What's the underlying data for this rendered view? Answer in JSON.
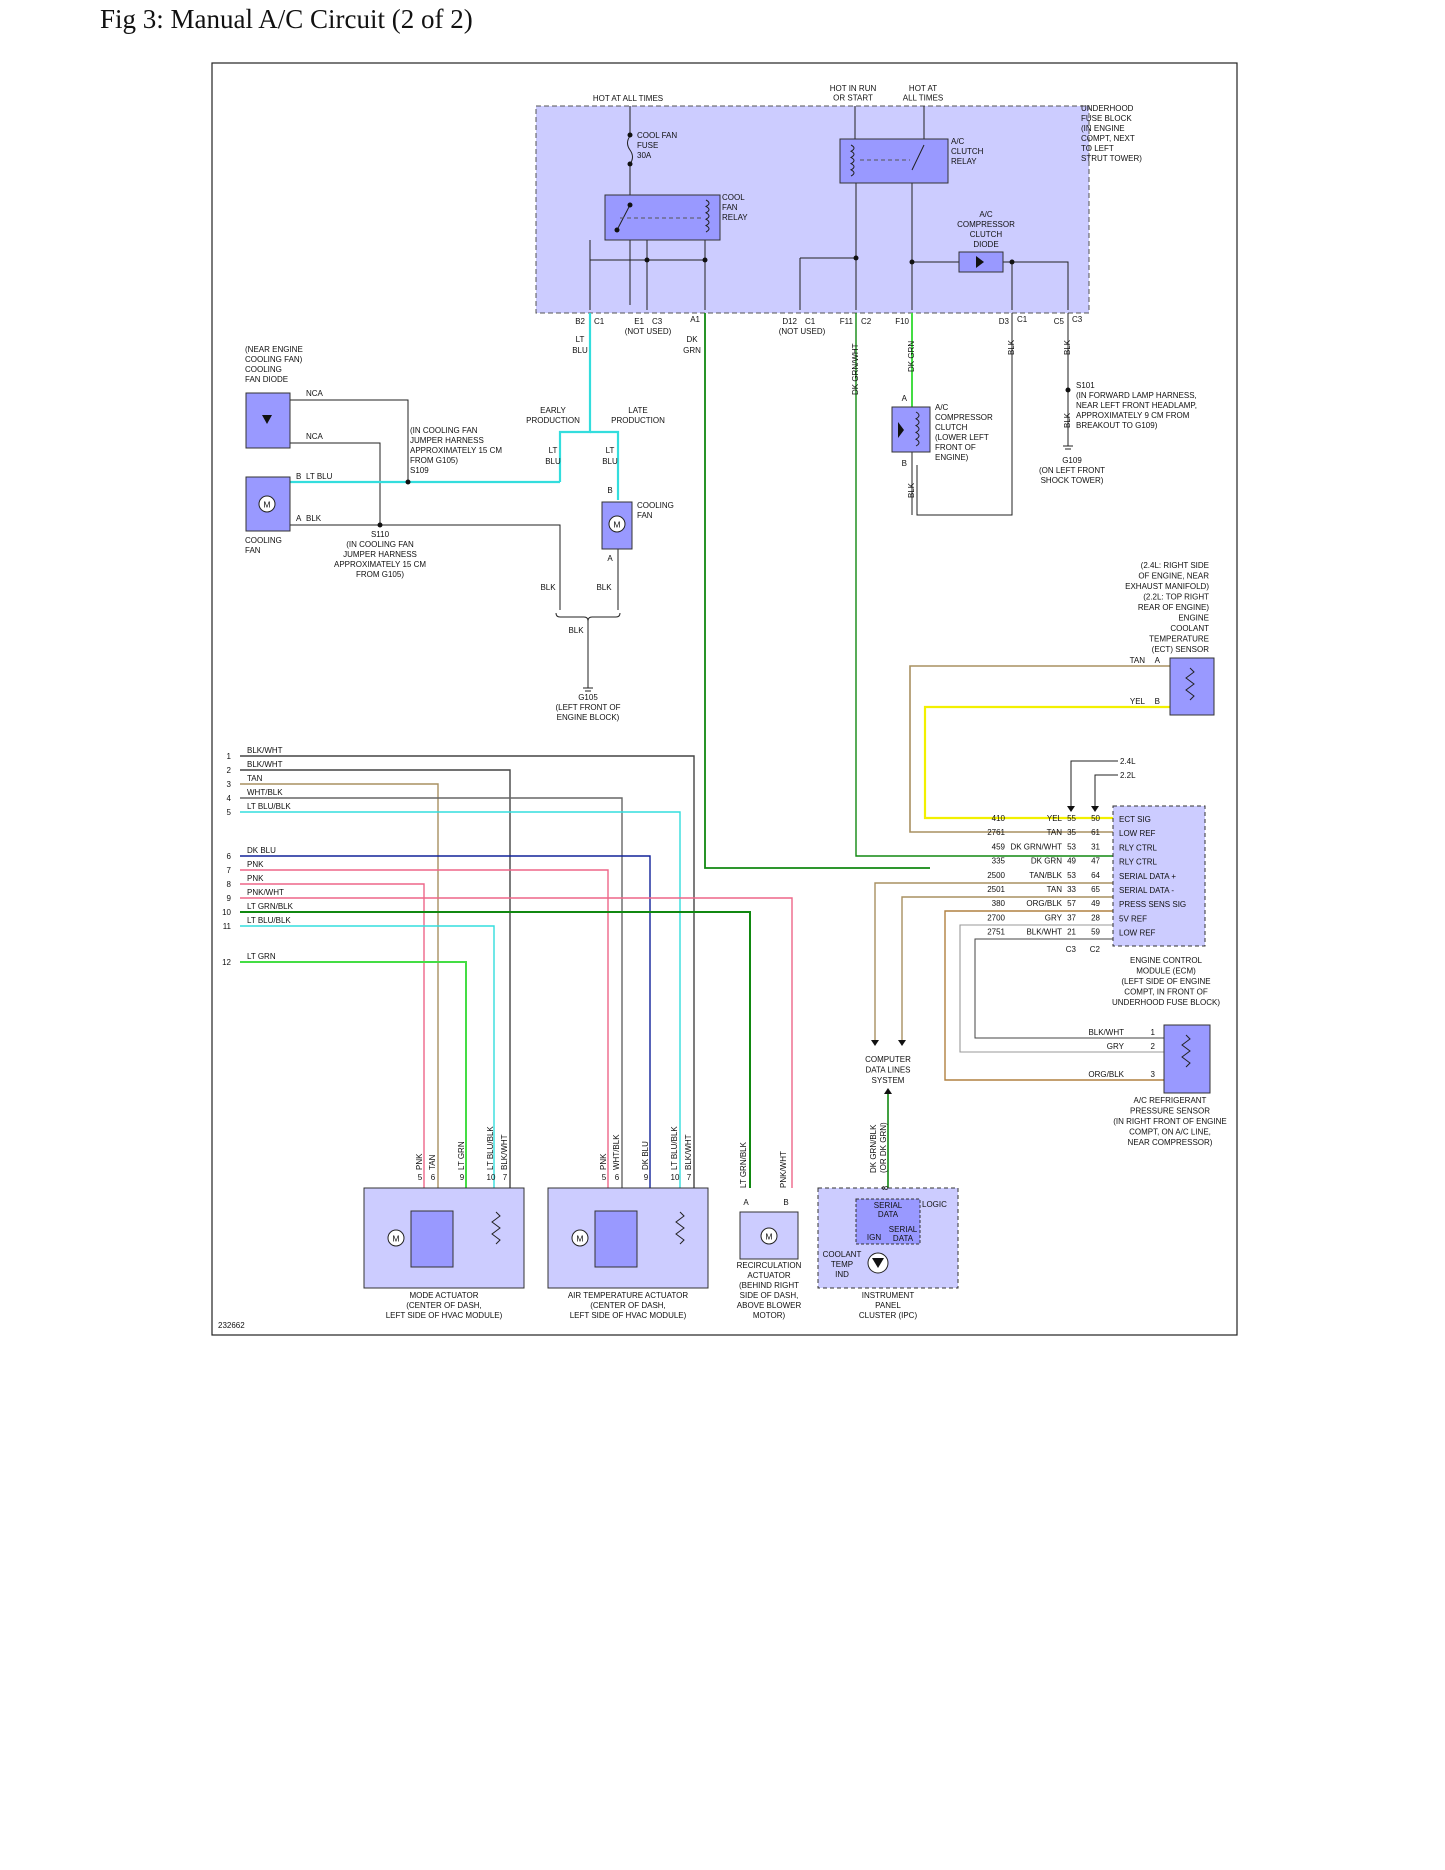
{
  "figure": {
    "title": "Fig 3: Manual A/C Circuit (2 of 2)",
    "diagram_id": "232662"
  },
  "colors": {
    "panel_fill": "#ccccff",
    "component_fill": "#9999ff",
    "lt_blu": "#33dddd",
    "dk_grn": "#118811",
    "lt_grn": "#44dd44",
    "yel": "#f2f000",
    "tan": "#a89060",
    "pnk": "#ee6688",
    "dk_blu": "#112299",
    "blk": "#222222",
    "gry": "#999999",
    "org_blk": "#b08040"
  },
  "fuse_block": {
    "name_lines": [
      "UNDERHOOD",
      "FUSE BLOCK",
      "(IN ENGINE",
      "COMPT, NEXT",
      "TO LEFT",
      "STRUT TOWER)"
    ],
    "hot_all_times": "HOT AT ALL TIMES",
    "hot_in_run": [
      "HOT IN RUN",
      "OR START"
    ],
    "hot_at_all": [
      "HOT AT",
      "ALL TIMES"
    ],
    "fuse": [
      "COOL FAN",
      "FUSE",
      "30A"
    ],
    "cool_fan_relay": [
      "COOL",
      "FAN",
      "RELAY"
    ],
    "ac_clutch_relay": [
      "A/C",
      "CLUTCH",
      "RELAY"
    ],
    "diode": [
      "A/C",
      "COMPRESSOR",
      "CLUTCH",
      "DIODE"
    ]
  },
  "connectors": {
    "b2": "B2",
    "c1": "C1",
    "e1": "E1",
    "c3": "C3",
    "not_used": "(NOT USED)",
    "a1": "A1",
    "d12": "D12",
    "f11": "F11",
    "c2": "C2",
    "f10": "F10",
    "d3": "D3",
    "c5": "C5"
  },
  "wire_labels": {
    "lt": "LT",
    "blu": "BLU",
    "dk": "DK",
    "grn": "GRN",
    "dk_grn_wht": "DK GRN/WHT",
    "dk_grn": "DK GRN",
    "blk": "BLK",
    "lt_blu": "LT BLU",
    "nca": "NCA",
    "early": [
      "EARLY",
      "PRODUCTION"
    ],
    "late": [
      "LATE",
      "PRODUCTION"
    ]
  },
  "splices": {
    "s101": [
      "S101",
      "(IN FORWARD LAMP HARNESS,",
      "NEAR LEFT FRONT HEADLAMP,",
      "APPROXIMATELY 9 CM FROM",
      "BREAKOUT TO G109)"
    ],
    "g109": [
      "G109",
      "(ON LEFT FRONT",
      "SHOCK TOWER)"
    ],
    "s109": [
      "(IN COOLING FAN",
      "JUMPER HARNESS",
      "APPROXIMATELY 15 CM",
      "FROM G105)",
      "S109"
    ],
    "s110": [
      "S110",
      "(IN COOLING FAN",
      "JUMPER HARNESS",
      "APPROXIMATELY 15 CM",
      "FROM G105)"
    ],
    "g105": [
      "G105",
      "(LEFT FRONT OF",
      "ENGINE BLOCK)"
    ]
  },
  "components": {
    "fan_diode": [
      "(NEAR ENGINE",
      "COOLING FAN)",
      "COOLING",
      "FAN DIODE"
    ],
    "cooling_fan_left": [
      "COOLING",
      "FAN"
    ],
    "cooling_fan_mid": [
      "COOLING",
      "FAN"
    ],
    "compressor_clutch": [
      "A/C",
      "COMPRESSOR",
      "CLUTCH",
      "(LOWER LEFT",
      "FRONT OF",
      "ENGINE)"
    ],
    "ect_sensor": [
      "(2.4L: RIGHT SIDE",
      "OF ENGINE, NEAR",
      "EXHAUST MANIFOLD)",
      "(2.2L: TOP RIGHT",
      "REAR OF ENGINE)",
      "ENGINE",
      "COOLANT",
      "TEMPERATURE",
      "(ECT) SENSOR"
    ],
    "ecm": [
      "ENGINE CONTROL",
      "MODULE (ECM)",
      "(LEFT SIDE OF ENGINE",
      "COMPT, IN FRONT OF",
      "UNDERHOOD FUSE BLOCK)"
    ],
    "pressure_sensor": [
      "A/C REFRIGERANT",
      "PRESSURE SENSOR",
      "(IN RIGHT FRONT OF ENGINE",
      "COMPT, ON A/C LINE,",
      "NEAR COMPRESSOR)"
    ],
    "data_lines": [
      "COMPUTER",
      "DATA LINES",
      "SYSTEM"
    ],
    "mode_actuator": [
      "MODE ACTUATOR",
      "(CENTER OF DASH,",
      "LEFT SIDE OF HVAC MODULE)"
    ],
    "air_temp_actuator": [
      "AIR TEMPERATURE ACTUATOR",
      "(CENTER OF DASH,",
      "LEFT SIDE OF HVAC MODULE)"
    ],
    "recirc_actuator": [
      "RECIRCULATION",
      "ACTUATOR",
      "(BEHIND RIGHT",
      "SIDE OF DASH,",
      "ABOVE BLOWER",
      "MOTOR)"
    ],
    "ipc": [
      "INSTRUMENT",
      "PANEL",
      "CLUSTER (IPC)"
    ]
  },
  "ect": {
    "tan": "TAN",
    "yel": "YEL",
    "pin_a": "A",
    "pin_b": "B"
  },
  "engine_select": {
    "l24": "2.4L",
    "l22": "2.2L"
  },
  "ecm_pins": [
    {
      "circuit": "410",
      "color": "YEL",
      "p24": "55",
      "p22": "50",
      "label": "ECT SIG"
    },
    {
      "circuit": "2761",
      "color": "TAN",
      "p24": "35",
      "p22": "61",
      "label": "LOW REF"
    },
    {
      "circuit": "459",
      "color": "DK GRN/WHT",
      "p24": "53",
      "p22": "31",
      "label": "RLY CTRL"
    },
    {
      "circuit": "335",
      "color": "DK GRN",
      "p24": "49",
      "p22": "47",
      "label": "RLY CTRL"
    },
    {
      "circuit": "2500",
      "color": "TAN/BLK",
      "p24": "53",
      "p22": "64",
      "label": "SERIAL DATA +"
    },
    {
      "circuit": "2501",
      "color": "TAN",
      "p24": "33",
      "p22": "65",
      "label": "SERIAL DATA -"
    },
    {
      "circuit": "380",
      "color": "ORG/BLK",
      "p24": "57",
      "p22": "49",
      "label": "PRESS SENS SIG"
    },
    {
      "circuit": "2700",
      "color": "GRY",
      "p24": "37",
      "p22": "28",
      "label": "5V REF"
    },
    {
      "circuit": "2751",
      "color": "BLK/WHT",
      "p24": "21",
      "p22": "59",
      "label": "LOW REF"
    }
  ],
  "ecm_connectors": {
    "c3": "C3",
    "c2": "C2"
  },
  "pressure_pins": [
    {
      "color": "BLK/WHT",
      "pin": "1"
    },
    {
      "color": "GRY",
      "pin": "2"
    },
    {
      "color": "ORG/BLK",
      "pin": "3"
    }
  ],
  "left_wires": [
    {
      "num": "1",
      "color": "BLK/WHT"
    },
    {
      "num": "2",
      "color": "BLK/WHT"
    },
    {
      "num": "3",
      "color": "TAN"
    },
    {
      "num": "4",
      "color": "WHT/BLK"
    },
    {
      "num": "5",
      "color": "LT BLU/BLK"
    },
    {
      "num": "6",
      "color": "DK BLU"
    },
    {
      "num": "7",
      "color": "PNK"
    },
    {
      "num": "8",
      "color": "PNK"
    },
    {
      "num": "9",
      "color": "PNK/WHT"
    },
    {
      "num": "10",
      "color": "LT GRN/BLK"
    },
    {
      "num": "11",
      "color": "LT BLU/BLK"
    },
    {
      "num": "12",
      "color": "LT GRN"
    }
  ],
  "mode_wires": [
    {
      "color": "PNK",
      "pin": "5"
    },
    {
      "color": "TAN",
      "pin": "6"
    },
    {
      "color": "LT GRN",
      "pin": "9"
    },
    {
      "color": "LT BLU/BLK",
      "pin": "10"
    },
    {
      "color": "BLK/WHT",
      "pin": "7"
    }
  ],
  "airtemp_wires": [
    {
      "color": "PNK",
      "pin": "5"
    },
    {
      "color": "WHT/BLK",
      "pin": "6"
    },
    {
      "color": "DK BLU",
      "pin": "9"
    },
    {
      "color": "LT BLU/BLK",
      "pin": "10"
    },
    {
      "color": "BLK/WHT",
      "pin": "7"
    }
  ],
  "recirc_wires": [
    {
      "color": "LT GRN/BLK",
      "pin": "A"
    },
    {
      "color": "PNK/WHT",
      "pin": "B"
    }
  ],
  "ipc": {
    "wire": [
      "DK GRN/BLK",
      "(OR DK GRN)"
    ],
    "pin": "8",
    "serial_data": [
      "SERIAL",
      "DATA"
    ],
    "logic": "LOGIC",
    "ign": "IGN",
    "serial_data2": [
      "SERIAL",
      "DATA"
    ],
    "coolant": [
      "COOLANT",
      "TEMP",
      "IND"
    ]
  },
  "pins": {
    "a": "A",
    "b": "B"
  }
}
